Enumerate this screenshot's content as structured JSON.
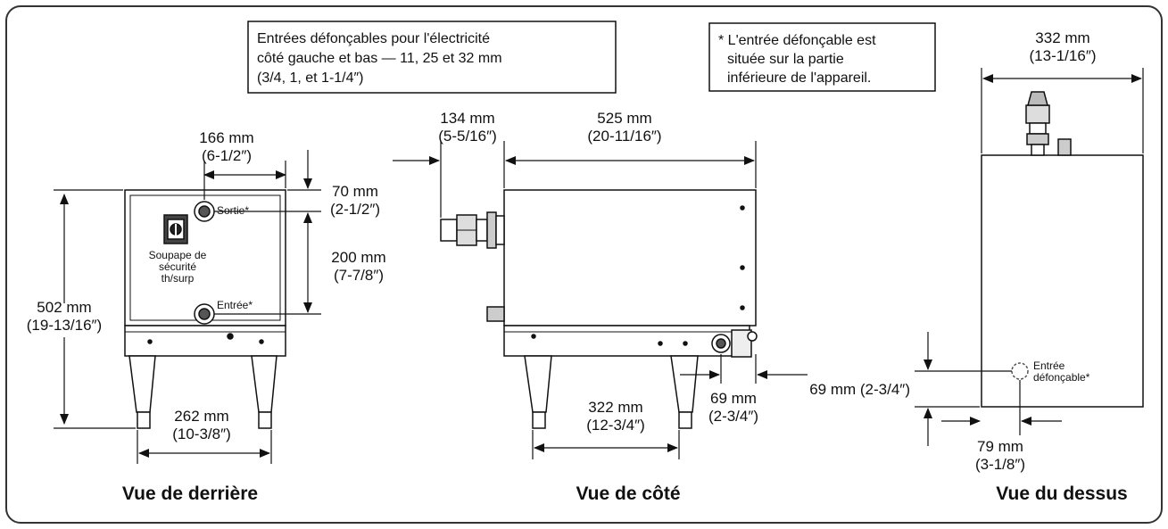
{
  "notes": {
    "knockouts": [
      "Entrées défonçables pour l'électricité",
      "côté gauche et bas — 11, 25 et 32 mm",
      "(3/4, 1, et 1-1/4″)"
    ],
    "bottom_knockout": [
      "* L'entrée défonçable est",
      "située sur la partie",
      "inférieure de l'appareil."
    ]
  },
  "views": {
    "rear": {
      "title": "Vue de derrière",
      "labels": {
        "outlet": "Sortie*",
        "inlet": "Entrée*",
        "valve": [
          "Soupape de",
          "sécurité",
          "th/surp"
        ]
      },
      "dims": {
        "top_offset": [
          "166 mm",
          "(6-1/2″)"
        ],
        "outlet_drop": [
          "70 mm",
          "(2-1/2″)"
        ],
        "between": [
          "200 mm",
          "(7-7/8″)"
        ],
        "height": [
          "502 mm",
          "(19-13/16″)"
        ],
        "legs": [
          "262 mm",
          "(10-3/8″)"
        ]
      }
    },
    "side": {
      "title": "Vue de côté",
      "dims": {
        "protrusion": [
          "134 mm",
          "(5-5/16″)"
        ],
        "depth": [
          "525 mm",
          "(20-11/16″)"
        ],
        "legs": [
          "322 mm",
          "(12-3/4″)"
        ],
        "offset": [
          "69 mm",
          "(2-3/4″)"
        ]
      }
    },
    "top": {
      "title": "Vue du dessus",
      "labels": {
        "knockout": [
          "Entrée",
          "défonçable*"
        ]
      },
      "dims": {
        "width": [
          "332 mm",
          "(13-1/16″)"
        ],
        "from_bottom": "69 mm (2-3/4″)",
        "from_side": [
          "79 mm",
          "(3-1/8″)"
        ]
      }
    }
  },
  "colors": {
    "line": "#111111",
    "fill": "#ffffff",
    "shade": "#d8d8d8"
  }
}
